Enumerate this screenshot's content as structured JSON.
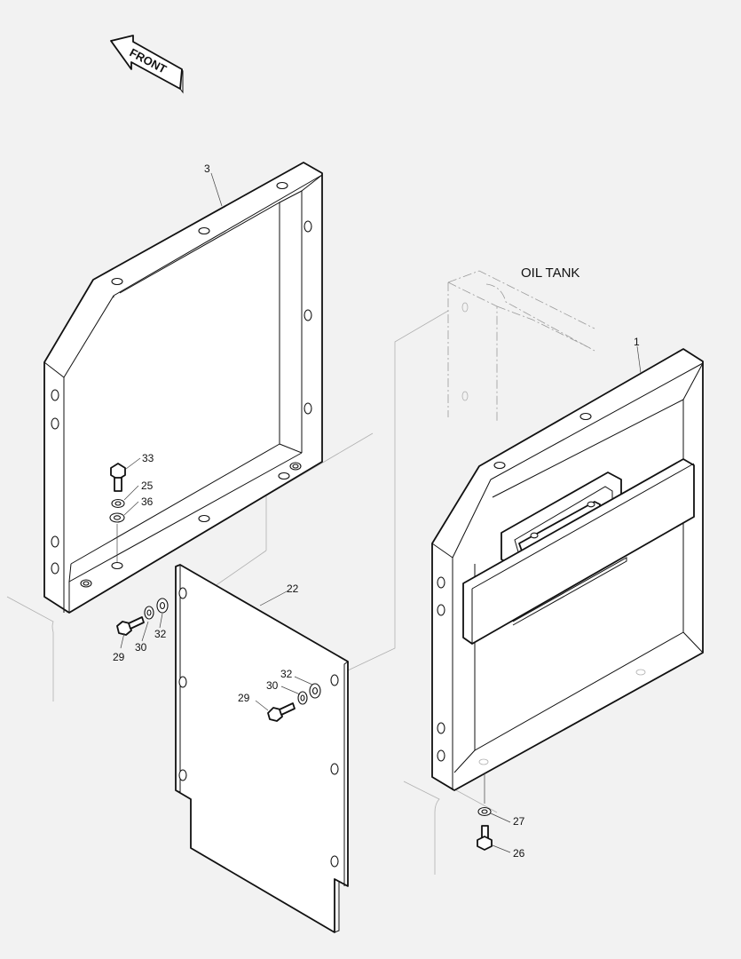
{
  "direction_arrow": {
    "label": "FRONT"
  },
  "oil_tank_label": "OIL TANK",
  "callouts": {
    "frame_left": "3",
    "frame_right": "1",
    "cover_plate": "22",
    "bolt_33": "33",
    "washer_25": "25",
    "washer_36": "36",
    "bolt_29_a": "29",
    "washer_30_a": "30",
    "washer_32_a": "32",
    "washer_32_b": "32",
    "washer_30_b": "30",
    "bolt_29_b": "29",
    "washer_27": "27",
    "bolt_26": "26"
  }
}
